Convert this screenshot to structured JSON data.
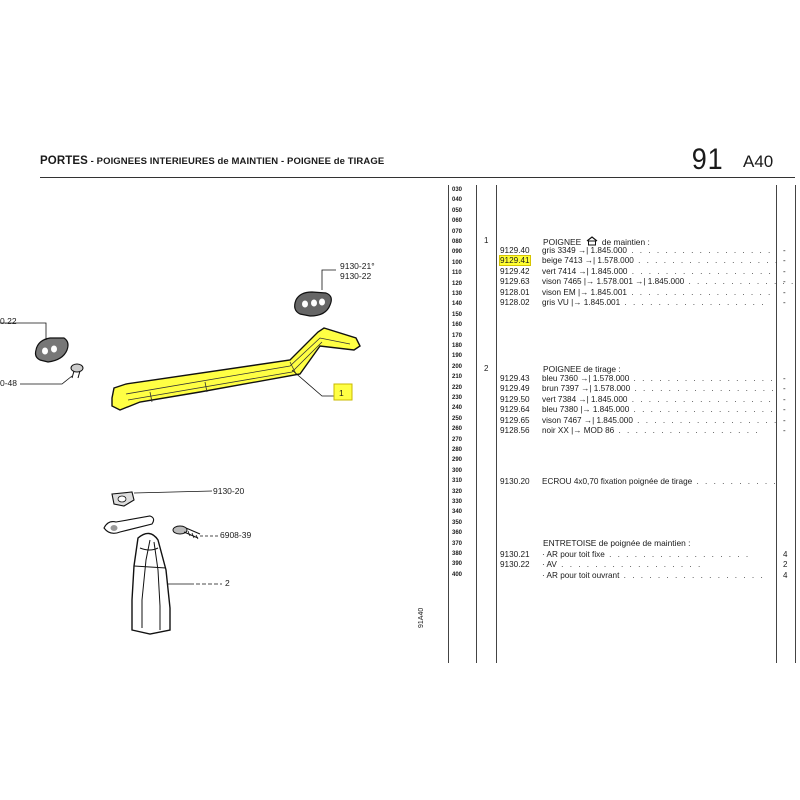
{
  "header": {
    "title_part1": "PORTES",
    "title_sep1": " - ",
    "title_part2": "POIGNEES INTERIEURES de MAINTIEN",
    "title_sep2": " - ",
    "title_part3": "POIGNEE de TIRAGE",
    "page_number": "91",
    "page_code": "A40"
  },
  "line_numbers": [
    "030",
    "040",
    "050",
    "060",
    "070",
    "080",
    "090",
    "100",
    "110",
    "120",
    "130",
    "140",
    "150",
    "160",
    "170",
    "180",
    "190",
    "200",
    "210",
    "220",
    "230",
    "240",
    "250",
    "260",
    "270",
    "280",
    "290",
    "300",
    "310",
    "320",
    "330",
    "340",
    "350",
    "360",
    "370",
    "380",
    "390",
    "400"
  ],
  "section1": {
    "item_no": "1",
    "heading_main": "POIGNEE",
    "heading_rest": " de maintien :",
    "rows": [
      {
        "ref": "9129.40",
        "text": "gris  3349  →| 1.845.000"
      },
      {
        "ref": "9129.41",
        "text": "beige 7413  →| 1.578.000"
      },
      {
        "ref": "9129.42",
        "text": "vert  7414  →| 1.845.000"
      },
      {
        "ref": "9129.63",
        "text": "vison 7465 |→     1.578.001     →| 1.845.000"
      },
      {
        "ref": "9128.01",
        "text": "vison EM    |→  1.845.001"
      },
      {
        "ref": "9128.02",
        "text": "gris  VU    |→     1.845.001"
      }
    ]
  },
  "section2": {
    "item_no": "2",
    "heading": "POIGNEE de tirage :",
    "rows": [
      {
        "ref": "9129.43",
        "text": "bleu   7360  →| 1.578.000"
      },
      {
        "ref": "9129.49",
        "text": "brun   7397  →| 1.578.000"
      },
      {
        "ref": "9129.50",
        "text": "vert   7384  →| 1.845.000"
      },
      {
        "ref": "9129.64",
        "text": "bleu   7380  |→ 1.845.000"
      },
      {
        "ref": "9129.65",
        "text": "vison  7467  →| 1.845.000"
      },
      {
        "ref": "9128.56",
        "text": "noir XX |→  MOD 86"
      }
    ]
  },
  "section3": {
    "ref": "9130.20",
    "text": "ECROU 4x0,70 fixation poignée de tirage"
  },
  "section4": {
    "heading": "ENTRETOISE de poignée de maintien :",
    "rows": [
      {
        "ref": "9130.21",
        "text": "· AR  pour toit fixe",
        "qty": "4"
      },
      {
        "ref": "9130.22",
        "text": "· AV",
        "qty": "2"
      },
      {
        "ref": "",
        "text": "· AR  pour toit ouvrant",
        "qty": "4"
      }
    ]
  },
  "diagram": {
    "label_9130_21": "9130-21°",
    "label_9130_22": "9130-22",
    "label_left_22": "0.22",
    "label_left_48": "0-48",
    "label_9130_20": "9130-20",
    "label_6908_39": "6908-39",
    "callout_1": "1",
    "callout_2": "2",
    "vertical_code": "91A40"
  },
  "colors": {
    "highlight": "#ffff33",
    "ink": "#1a1a1a"
  }
}
